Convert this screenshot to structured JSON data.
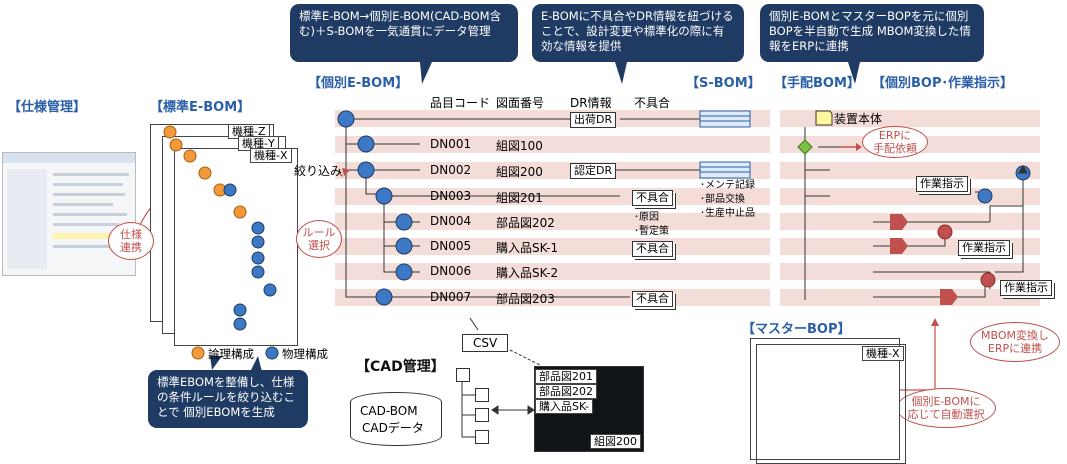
{
  "sections": {
    "spec": "【仕様管理】",
    "std_ebom": "【標準E-BOM】",
    "ind_ebom": "【個別E-BOM】",
    "sbom": "【S-BOM】",
    "tehai": "【手配BOM】",
    "bop": "【個別BOP･作業指示】",
    "master_bop": "【マスターBOP】",
    "cad": "【CAD管理】"
  },
  "callouts": {
    "top1": "標準E-BOM→個別E-BOM(CAD-BOM含む)＋S-BOMを一気通貫にデータ管理",
    "top2": "E-BOMに不具合やDR情報を紐づけることで、設計変更や標準化の際に有効な情報を提供",
    "top3": "個別E-BOMとマスターBOPを元に個別BOPを半自動で生成 MBOM変換した情報をERPに連携",
    "bottom": "標準EBOMを整備し、仕様の条件ルールを絞り込むことで 個別EBOMを生成"
  },
  "headers": {
    "hinmoku": "品目コード",
    "zumen": "図面番号",
    "dr": "DR情報",
    "fuguai": "不具合"
  },
  "rows": [
    {
      "code": "DN001",
      "drawing": "組図100"
    },
    {
      "code": "DN002",
      "drawing": "組図200"
    },
    {
      "code": "DN003",
      "drawing": "組図201"
    },
    {
      "code": "DN004",
      "drawing": "部品図202"
    },
    {
      "code": "DN005",
      "drawing": "購入品SK-1"
    },
    {
      "code": "DN006",
      "drawing": "購入品SK-2"
    },
    {
      "code": "DN007",
      "drawing": "部品図203"
    }
  ],
  "tags": {
    "shukka_dr": "出荷DR",
    "nintei_dr": "認定DR",
    "fuguai1": "不具合",
    "fuguai2": "不具合",
    "fuguai3": "不具合"
  },
  "notes": {
    "sbom_notes": [
      "･メンテ記録",
      "･部品交換",
      "･生産中止品"
    ],
    "cause_notes": [
      "･原因",
      "･暫定策"
    ]
  },
  "labels": {
    "shiborikomi": "絞り込み",
    "souchi": "装置本体",
    "sagyo1": "作業指示",
    "sagyo2": "作業指示",
    "sagyo3": "作業指示",
    "csv": "CSV",
    "legend_logic": "論理構成",
    "legend_phys": "物理構成",
    "cad_data1": "CAD-BOM",
    "cad_data2": "CADデータ",
    "screen_items": [
      "部品図201",
      "部品図202",
      "購入品SK-"
    ],
    "screen_footer": "組図200"
  },
  "red_bubbles": {
    "shiyo": "仕様\n連携",
    "rule": "ルール\n選択",
    "erp": "ERPに\n手配依頼",
    "mbom": "MBOM変換し\nERPに連携",
    "auto": "個別E-BOMに\n応じて自動選択"
  },
  "cards": {
    "std_cards": [
      "機種-Z",
      "機種-Y",
      "機種-X"
    ],
    "master_card": "機種-X"
  },
  "colors": {
    "navy": "#1f3b63",
    "section_blue": "#2a5fa8",
    "node_blue": "#3d78c4",
    "node_orange": "#f29a3b",
    "node_purple": "#7a2aa0",
    "row_pink": "#f4dcd8",
    "red_accent": "#c0504d"
  }
}
